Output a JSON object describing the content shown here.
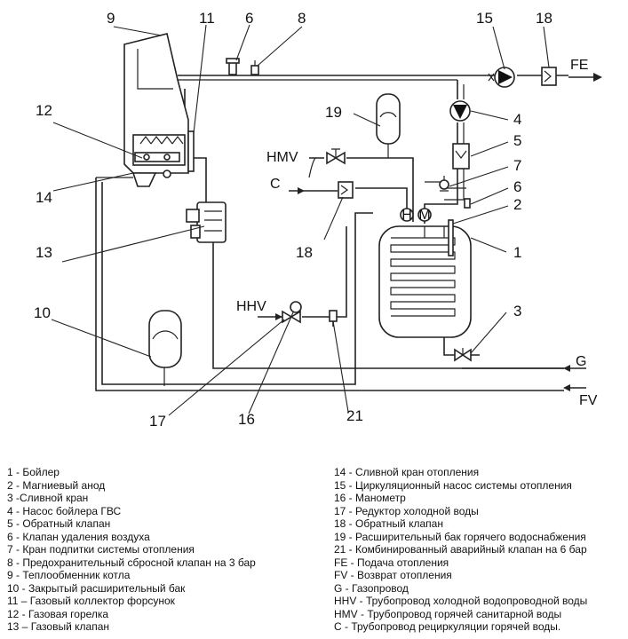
{
  "diagram": {
    "callouts": {
      "n1": "1",
      "n2": "2",
      "n3": "3",
      "n4": "4",
      "n5": "5",
      "n6": "6",
      "n6b": "6",
      "n7": "7",
      "n8": "8",
      "n9": "9",
      "n10": "10",
      "n11": "11",
      "n12": "12",
      "n13": "13",
      "n14": "14",
      "n15": "15",
      "n16": "16",
      "n17": "17",
      "n18": "18",
      "n18b": "18",
      "n19": "19",
      "n21": "21"
    },
    "codes": {
      "fe": "FE",
      "fv": "FV",
      "g": "G",
      "hhv": "HHV",
      "hmv": "HMV",
      "c": "C",
      "h": "H",
      "m": "M"
    }
  },
  "legend": {
    "left": [
      "1 - Бойлер",
      "2 - Магниевый анод",
      "3 -Сливной кран",
      "4 - Насос бойлера ГВС",
      "5 - Обратный клапан",
      "6 - Клапан удаления воздуха",
      "7 - Кран подпитки системы отопления",
      "8 - Предохранительный сбросной клапан на 3 бар",
      "9 - Теплообменник котла",
      "10  - Закрытый расширительный бак",
      "11 – Газовый коллектор форсунок",
      "12 - Газовая горелка",
      "13 – Газовый клапан"
    ],
    "right": [
      "14 - Сливной кран отопления",
      "15 - Циркуляционный насос системы отопления",
      "16  - Манометр",
      "17 - Редуктор холодной воды",
      "18 - Обратный клапан",
      "19 - Расширительный бак горячего водоснабжения",
      "21 - Комбинированный аварийный клапан на 6 бар",
      "FE - Подача отопления",
      "FV - Возврат отопления",
      "G - Газопровод",
      "HHV - Трубопровод холодной водопроводной воды",
      "HMV - Трубопровод горячей санитарной воды",
      "C - Трубопровод рециркуляции горячей воды."
    ]
  }
}
